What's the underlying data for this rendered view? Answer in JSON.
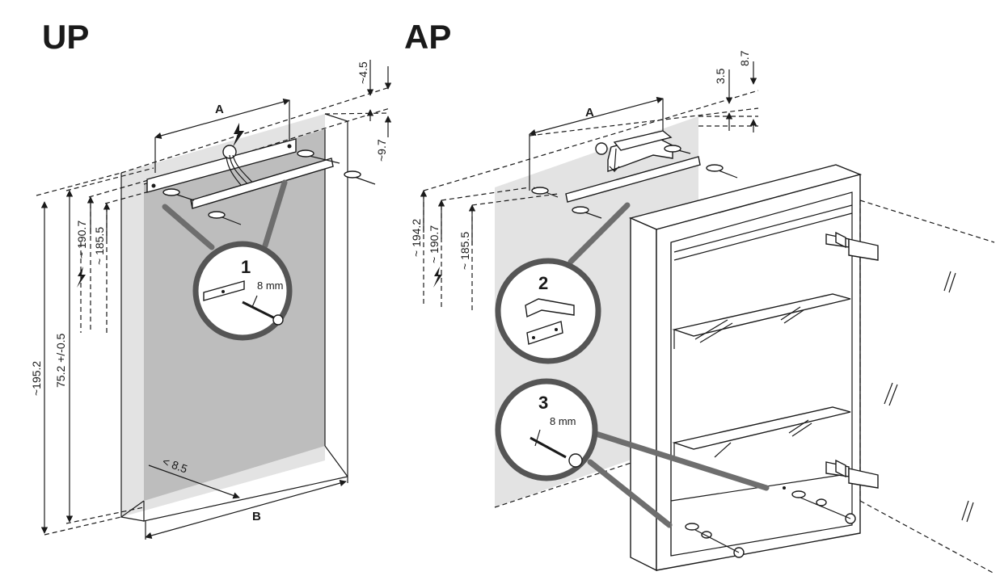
{
  "colors": {
    "ink": "#1a1a1a",
    "wall_recess": "#bdbdbd",
    "wall_surface": "#e3e3e3",
    "pointer": "#6e6e6e"
  },
  "up": {
    "title": "UP",
    "dim_width": "A",
    "dim_bottom": "B",
    "dim_top_offset": "~4.5",
    "dim_depth": "~9.7",
    "dim_h1": "~ 190.7",
    "dim_h2": "~ 185.5",
    "dim_total": "~195.2",
    "dim_center": "75.2 +/-0.5",
    "dim_wall": "< 8.5",
    "step1": {
      "number": "1",
      "drill": "8 mm"
    },
    "icons": [
      "power-lightning-icon",
      "spirit-level-icon",
      "drill-icon"
    ]
  },
  "ap": {
    "title": "AP",
    "dim_width": "A",
    "dim_top_a": "3.5",
    "dim_top_b": "8.7",
    "dim_h0": "~ 194.2",
    "dim_h1": "~ 190.7",
    "dim_h2": "~ 185.5",
    "step2": {
      "number": "2"
    },
    "step3": {
      "number": "3",
      "drill": "8 mm"
    },
    "icons": [
      "power-lightning-icon",
      "mounting-bracket-icon",
      "drill-icon",
      "hinge-icon"
    ]
  }
}
